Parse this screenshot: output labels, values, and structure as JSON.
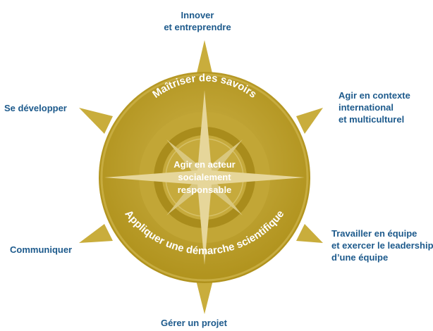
{
  "colors": {
    "label": "#1d5a8c",
    "gold_outer": "#b89a20",
    "gold_mid": "#c8ac3a",
    "gold_light": "#dcc878",
    "gold_dark": "#a5891a",
    "star_light": "#e6d69a"
  },
  "labels": {
    "top": [
      "Innover",
      "et entreprendre"
    ],
    "bottom": [
      "Gérer un projet"
    ],
    "left_top": [
      "Se développer"
    ],
    "left_bottom": [
      "Communiquer"
    ],
    "right_top": [
      "Agir en contexte",
      "international",
      "et multiculturel"
    ],
    "right_bottom": [
      "Travailler en équipe",
      "et exercer le leadership",
      "d’une équipe"
    ]
  },
  "ring": {
    "upper": "Maîtriser des savoirs",
    "lower": "Appliquer une démarche scientifique"
  },
  "center": [
    "Agir en acteur",
    "socialement",
    "responsable"
  ]
}
